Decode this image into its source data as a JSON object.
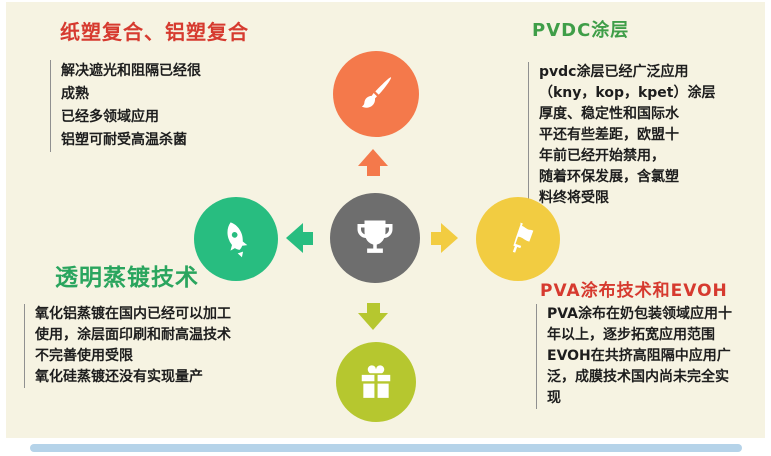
{
  "canvas": {
    "background": "#f6f3e2",
    "page_background": "#ffffff"
  },
  "diagram": {
    "center_node": {
      "icon": "trophy-icon",
      "color": "#6e6e6e"
    },
    "top_node": {
      "icon": "brush-icon",
      "color": "#f4794b"
    },
    "right_node": {
      "icon": "flag-icon",
      "color": "#f2cc41"
    },
    "bottom_node": {
      "icon": "gift-icon",
      "color": "#b6c72f"
    },
    "left_node": {
      "icon": "rocket-icon",
      "color": "#28bd80"
    }
  },
  "sections": {
    "top_left": {
      "title": "纸塑复合、铝塑复合",
      "title_color": "#d63a2f",
      "lines": [
        "解决遮光和阻隔已经很",
        "成熟",
        "已经多领域应用",
        "铝塑可耐受高温杀菌"
      ]
    },
    "top_right": {
      "title": "PVDC涂层",
      "title_color": "#3f9e48",
      "lines": [
        "pvdc涂层已经广泛应用",
        "（kny，kop，kpet）涂层",
        "厚度、稳定性和国际水",
        "平还有些差距，欧盟十",
        "年前已经开始禁用，",
        "随着环保发展，含氯塑",
        "料终将受限"
      ]
    },
    "bottom_left": {
      "title": "透明蒸镀技术",
      "title_color": "#2aa55e",
      "lines": [
        "氧化铝蒸镀在国内已经可以加工",
        "使用，涂层面印刷和耐高温技术",
        "不完善使用受限",
        "氧化硅蒸镀还没有实现量产"
      ]
    },
    "bottom_right": {
      "title": "PVA涂布技术和EVOH",
      "title_color": "#d63a2f",
      "lines": [
        "PVA涂布在奶包装领域应用十",
        "年以上，逐步拓宽应用范围",
        "EVOH在共挤高阻隔中应用广",
        "泛，成膜技术国内尚未完全实",
        "现"
      ]
    }
  },
  "scrollbar": {
    "color": "#b5d3e9"
  }
}
